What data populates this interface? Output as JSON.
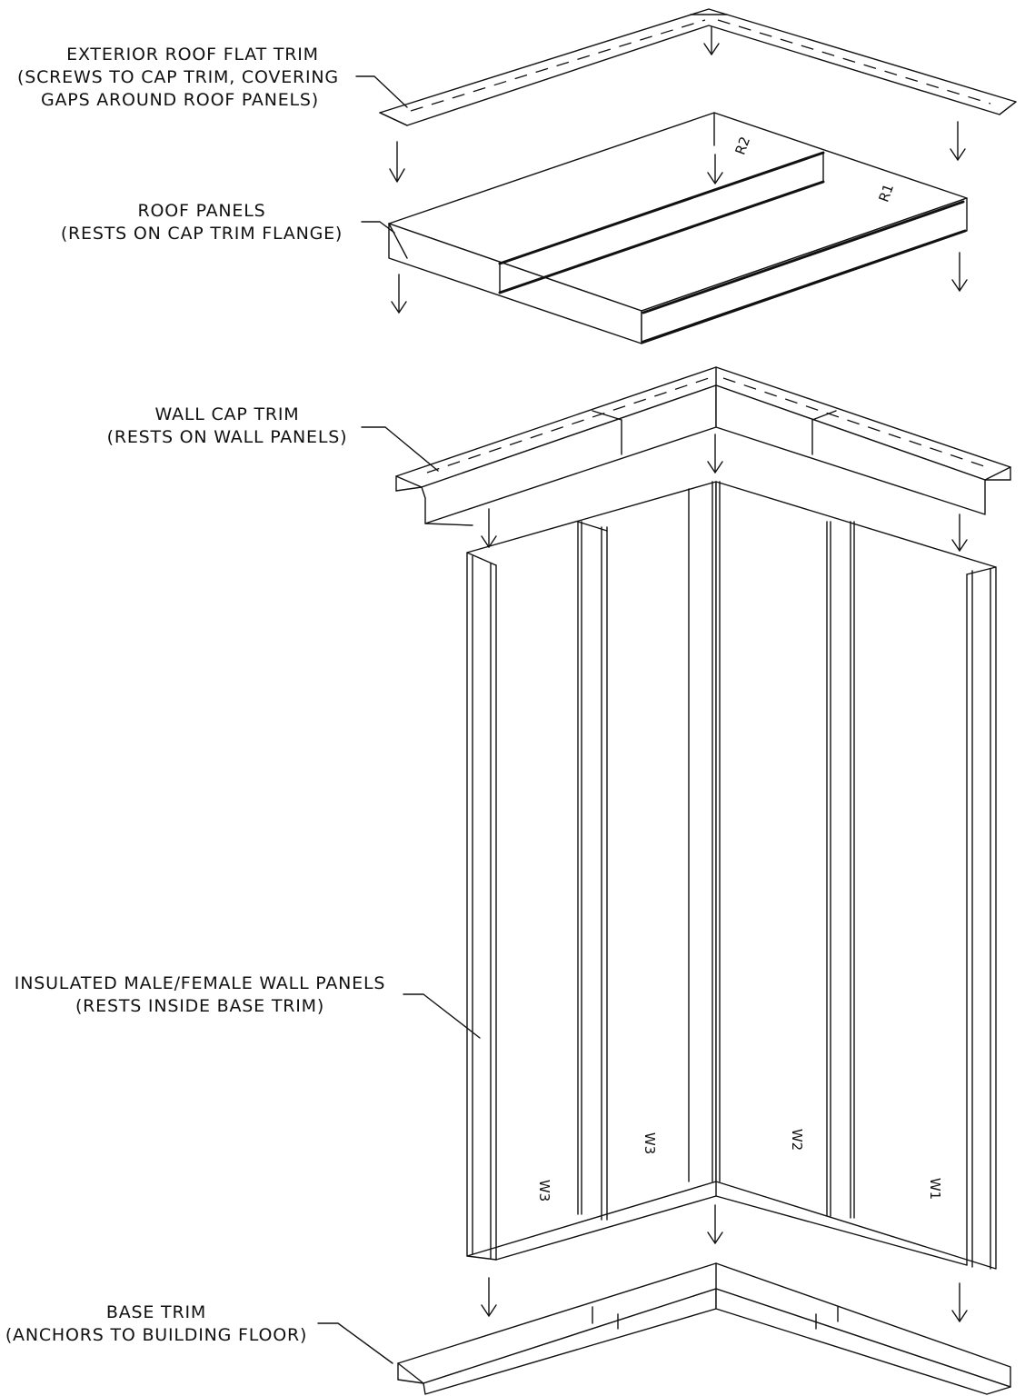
{
  "labels": {
    "roof_trim": {
      "line1": "EXTERIOR ROOF FLAT TRIM",
      "line2": "(SCREWS TO CAP TRIM, COVERING",
      "line3": "GAPS AROUND ROOF PANELS)"
    },
    "roof_panels": {
      "line1": "ROOF PANELS",
      "line2": "(RESTS ON CAP TRIM FLANGE)"
    },
    "wall_cap_trim": {
      "line1": "WALL CAP TRIM",
      "line2": "(RESTS ON WALL PANELS)"
    },
    "wall_panels": {
      "line1": "INSULATED MALE/FEMALE WALL PANELS",
      "line2": "(RESTS INSIDE BASE TRIM)"
    },
    "base_trim": {
      "line1": "BASE TRIM",
      "line2": "(ANCHORS TO BUILDING FLOOR)"
    }
  },
  "panel_marks": {
    "wall_1": "W3",
    "wall_2": "W3",
    "wall_3": "W2",
    "wall_4": "W1",
    "roof_1": "R2",
    "roof_2": "R1"
  }
}
